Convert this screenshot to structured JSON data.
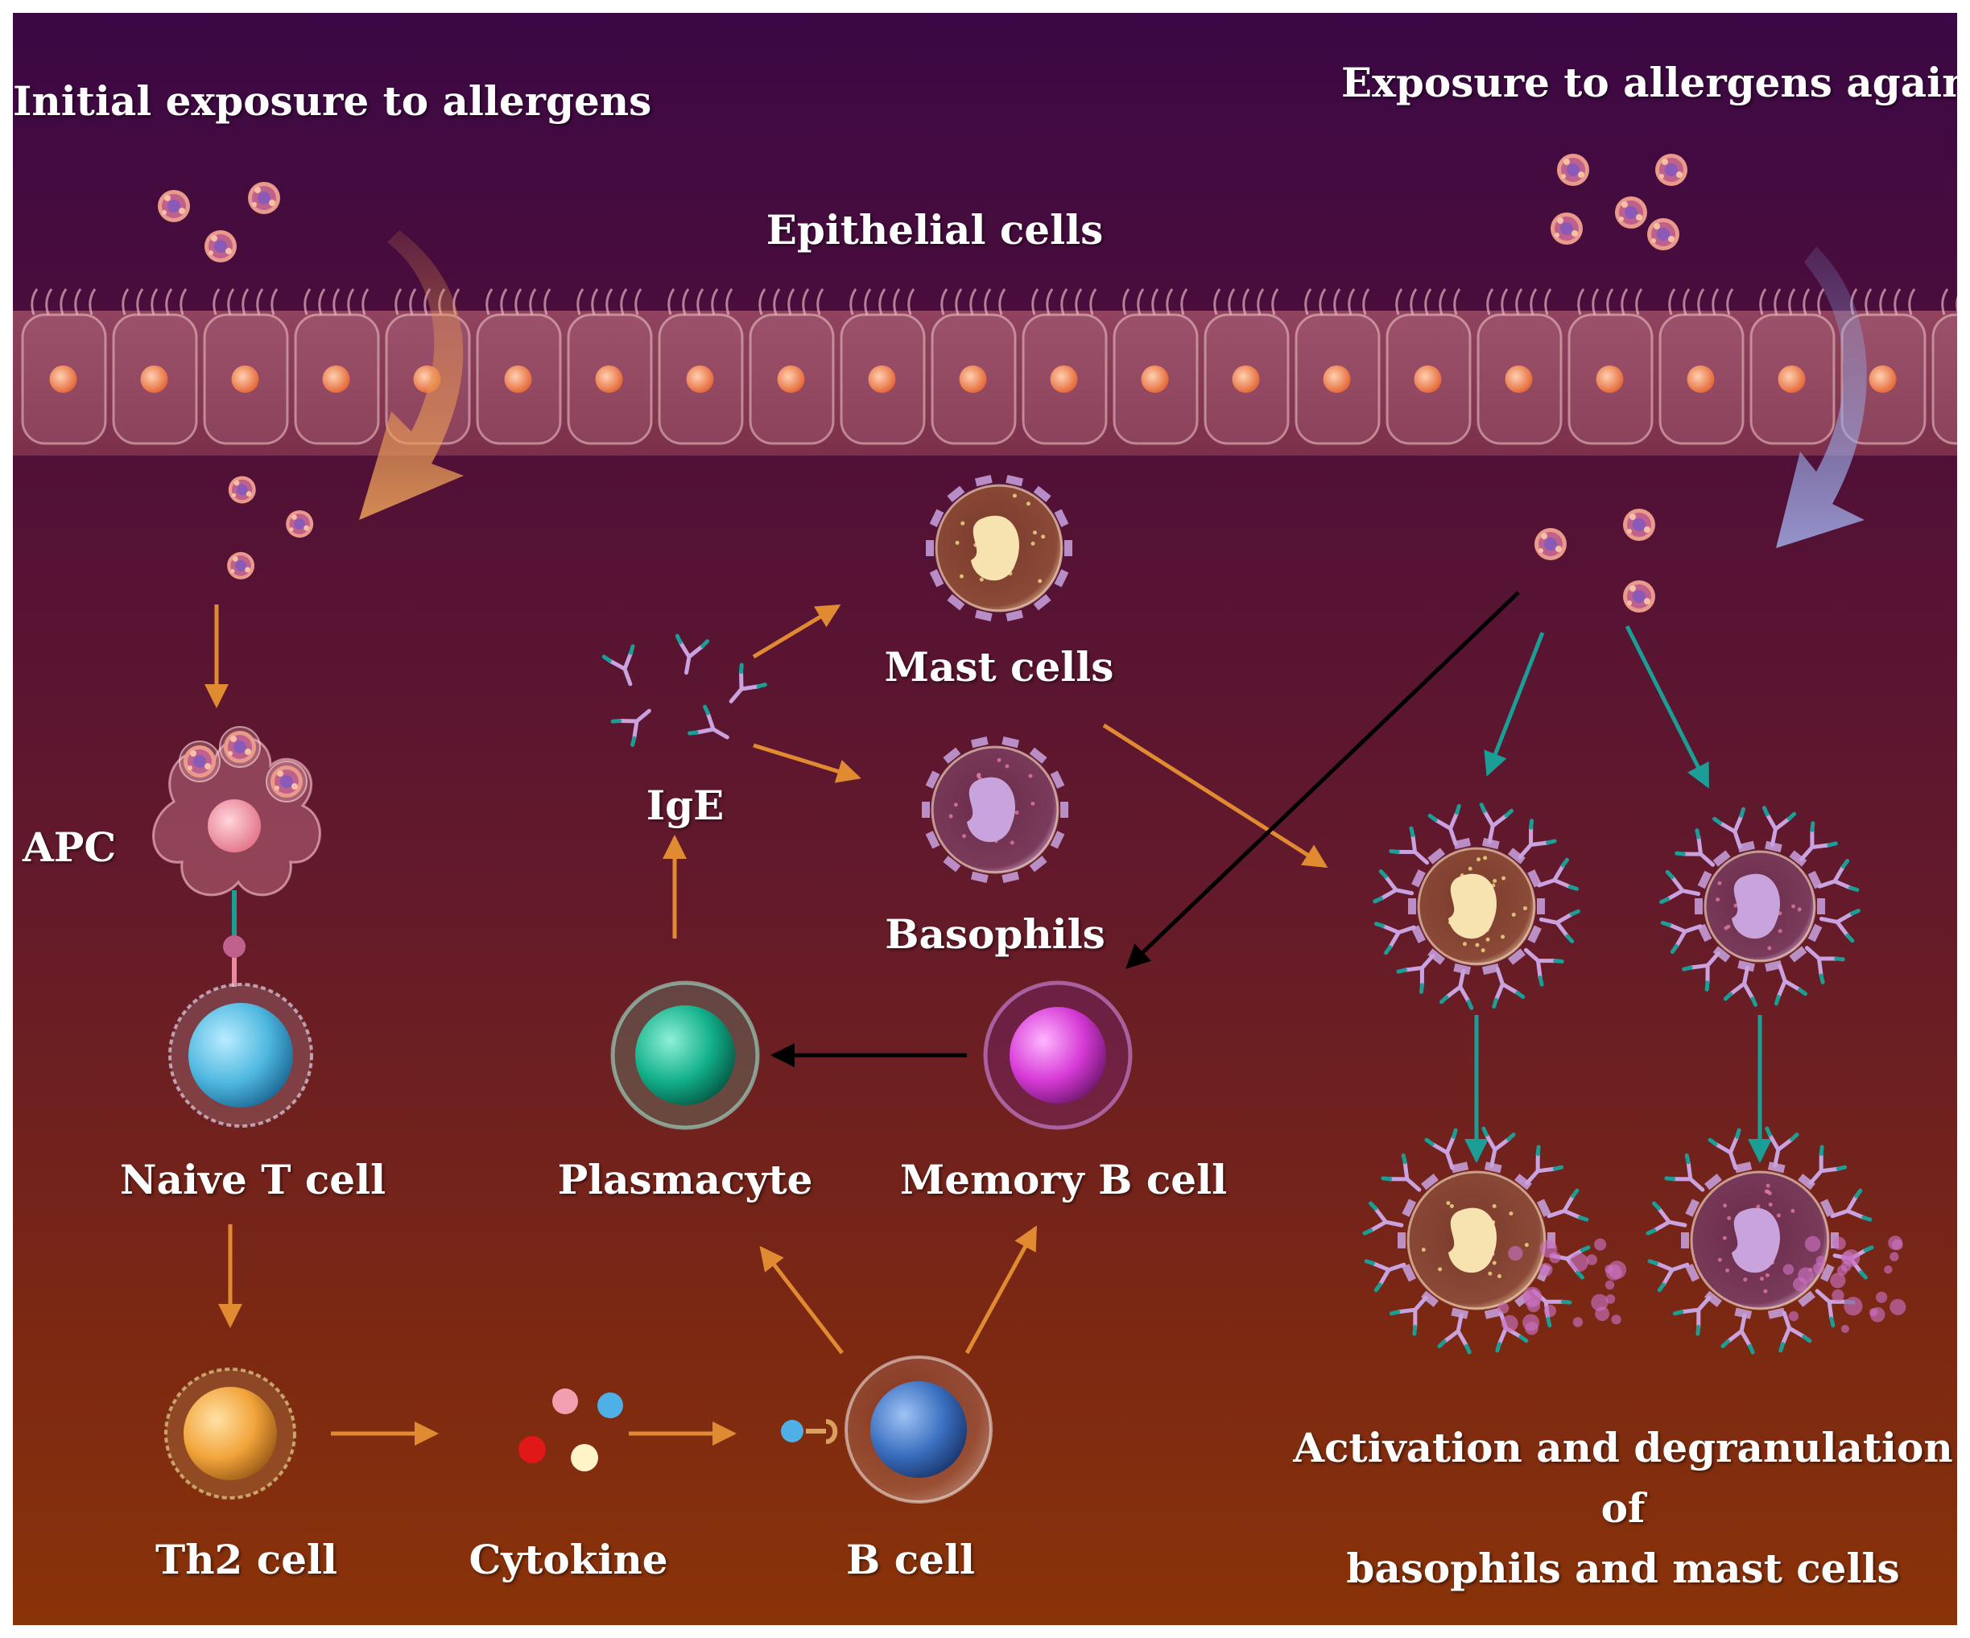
{
  "labels": {
    "initial_exposure": "Initial exposure to allergens",
    "exposure_again": "Exposure to allergens again",
    "epithelial_cells": "Epithelial cells",
    "apc": "APC",
    "naive_t_cell": "Naive T cell",
    "th2_cell": "Th2 cell",
    "cytokine": "Cytokine",
    "b_cell": "B cell",
    "plasmacyte": "Plasmacyte",
    "memory_b_cell": "Memory B cell",
    "ige": "IgE",
    "mast_cells": "Mast cells",
    "basophils": "Basophils",
    "activation_line1": "Activation and degranulation of",
    "activation_line2": "basophils and mast cells"
  },
  "colors": {
    "background_top": "#3b0845",
    "background_bottom": "#8a3309",
    "arrow_orange": "#e08a32",
    "arrow_teal": "#1a9e96",
    "arrow_black": "#000000",
    "naive_t_cell": "#4fb8e0",
    "th2_cell": "#f2a43a",
    "b_cell": "#3a6fbf",
    "plasmacyte": "#12b08a",
    "memory_b_cell": "#d63ad6",
    "mast_nucleus": "#f7e3b0",
    "basophil_nucleus": "#c9a3dc"
  }
}
